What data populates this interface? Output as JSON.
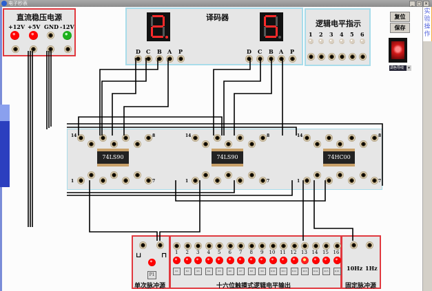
{
  "window": {
    "title": "电子秒表",
    "buttons": {
      "minimize": "_",
      "maximize": "□",
      "close": "×"
    }
  },
  "power_supply": {
    "title": "直流稳压电源",
    "terminals": [
      {
        "label": "+12V",
        "indicator": "red"
      },
      {
        "label": "+5V",
        "indicator": "red"
      },
      {
        "label": "GND",
        "indicator": "none"
      },
      {
        "label": "-12V",
        "indicator": "green"
      }
    ]
  },
  "decoder": {
    "title": "译码器",
    "displays": [
      {
        "digit": "2",
        "pins": [
          "D",
          "C",
          "B",
          "A",
          "P"
        ]
      },
      {
        "digit": "5",
        "pins": [
          "D",
          "C",
          "B",
          "A",
          "P"
        ]
      }
    ]
  },
  "logic_level": {
    "title": "逻辑电平指示",
    "channels": [
      "1",
      "2",
      "3",
      "4",
      "5",
      "6"
    ]
  },
  "controls": {
    "reset_label": "复位",
    "save_label": "保存",
    "select_value": "调色导线",
    "side_tab_label": "实验操作"
  },
  "chips": [
    {
      "name": "74LS90",
      "pin_high": "14",
      "pin_low": "1",
      "pin_right_top": "8",
      "pin_right_bottom": "7"
    },
    {
      "name": "74LS90",
      "pin_high": "14",
      "pin_low": "1",
      "pin_right_top": "8",
      "pin_right_bottom": "7"
    },
    {
      "name": "74HC00",
      "pin_high": "14",
      "pin_low": "1",
      "pin_right_top": "8",
      "pin_right_bottom": "7"
    }
  ],
  "single_pulse": {
    "title": "单次脉冲源",
    "button_label": "P1",
    "symbols": [
      "⊔",
      "⊓"
    ]
  },
  "touch_switches": {
    "title": "十六位触摸式逻辑电平输出",
    "channels": [
      "1",
      "2",
      "3",
      "4",
      "5",
      "6",
      "7",
      "8",
      "9",
      "10",
      "11",
      "12",
      "13",
      "14",
      "15",
      "16"
    ],
    "keys": [
      "K1",
      "K2",
      "K3",
      "K4",
      "K5",
      "K6",
      "K7",
      "K8",
      "K9",
      "K10",
      "K11",
      "K12",
      "K13",
      "K14",
      "K15",
      "K16"
    ],
    "active_channel": "13"
  },
  "fixed_pulse": {
    "title": "固定脉冲源",
    "outputs": [
      "10Hz",
      "1Hz"
    ]
  }
}
